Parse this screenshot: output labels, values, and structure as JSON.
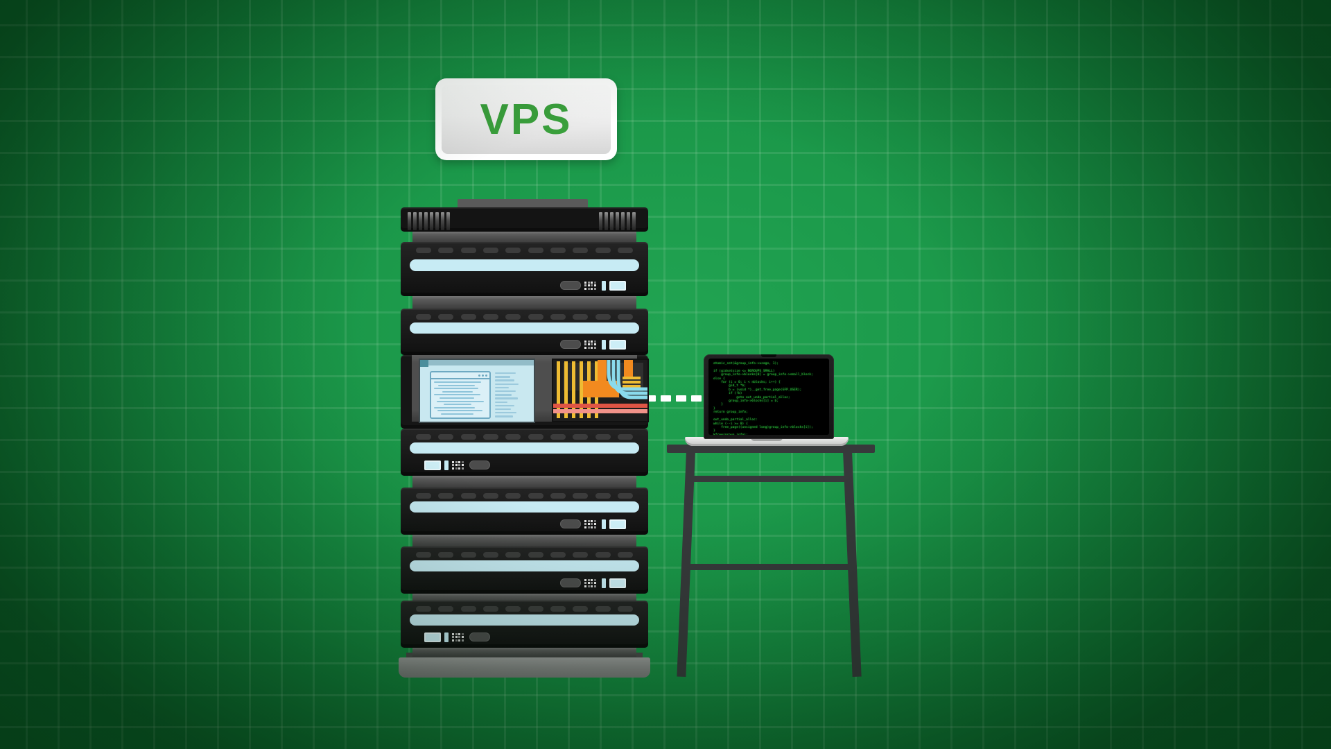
{
  "badge": {
    "label": "VPS",
    "text_color": "#3aa03c"
  },
  "colors": {
    "background_green": "#1a9648",
    "grid_line_green": "#4fae6b",
    "rack_black": "#181818",
    "rack_gray": "#4e4e4e",
    "indicator_blue": "#c7ebf4",
    "monitor_screen_blue": "#c9e8f0",
    "cable_yellow": "#eebc33",
    "cable_orange": "#f28a1f",
    "cable_cyan": "#8adaec",
    "cable_red": "#e05545",
    "cable_salmon": "#f2938a",
    "code_green": "#2fce3e",
    "table_charcoal": "#37393b",
    "laptop_silver": "#d8d8d8",
    "dash_white": "#ffffff"
  },
  "rack": {
    "units": [
      {
        "kind": "vent-panel"
      },
      {
        "kind": "server",
        "indicator": "blue-bar",
        "controls": "right"
      },
      {
        "kind": "server",
        "indicator": "blue-bar",
        "controls": "right"
      },
      {
        "kind": "monitor-and-cables"
      },
      {
        "kind": "server",
        "indicator": "blue-bar",
        "controls": "left"
      },
      {
        "kind": "server",
        "indicator": "blue-bar",
        "controls": "right"
      },
      {
        "kind": "server",
        "indicator": "blue-bar",
        "controls": "right"
      },
      {
        "kind": "server",
        "indicator": "blue-bar",
        "controls": "left"
      }
    ]
  },
  "connection": {
    "type": "dashed-line",
    "dash_count": 5,
    "color": "#ffffff"
  },
  "laptop": {
    "code_lines": [
      "atomic_set(&group_info->usage, 1);",
      "",
      "if (gidsetsize <= NGROUPS_SMALL)",
      "    group_info->blocks[0] = group_info->small_block;",
      "else {",
      "    for (i = 0; i < nblocks; i++) {",
      "        gid_t *b;",
      "        b = (void *)__get_free_page(GFP_USER);",
      "        if (!b)",
      "            goto out_undo_partial_alloc;",
      "        group_info->blocks[i] = b;",
      "    }",
      "}",
      "return group_info;",
      "",
      "out_undo_partial_alloc:",
      "while (--i >= 0) {",
      "    free_page((unsigned long)group_info->blocks[i]);",
      "}",
      "kfree(group_info);"
    ]
  }
}
